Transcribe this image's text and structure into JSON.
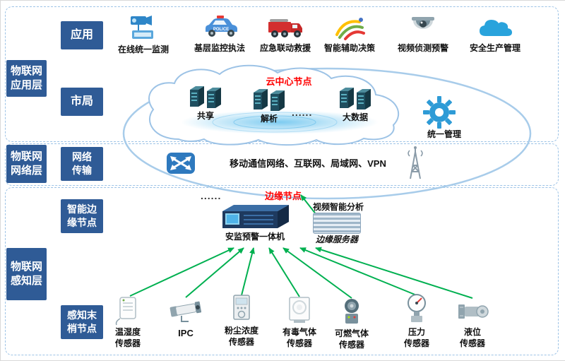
{
  "layers": {
    "application": {
      "line1": "物联网",
      "line2": "应用层"
    },
    "network": {
      "line1": "物联网",
      "line2": "网络层"
    },
    "perception": {
      "line1": "物联网",
      "line2": "感知层"
    }
  },
  "side_labels": {
    "app": "应用",
    "bureau": "市局",
    "net": {
      "line1": "网络",
      "line2": "传输"
    },
    "edge": {
      "line1": "智能边",
      "line2": "缘节点"
    },
    "terminal": {
      "line1": "感知末",
      "line2": "梢节点"
    }
  },
  "applications": [
    {
      "label": "在线统一监测"
    },
    {
      "label": "基层监控执法",
      "icon_text": "POLICE"
    },
    {
      "label": "应急联动救援"
    },
    {
      "label": "智能辅助决策"
    },
    {
      "label": "视频侦测预警"
    },
    {
      "label": "安全生产管理"
    }
  ],
  "cloud": {
    "title": "云中心节点",
    "nodes": [
      {
        "label": "共享"
      },
      {
        "label": "解析"
      },
      {
        "label": "大数据"
      }
    ],
    "dots": "......",
    "management_label": "统一管理"
  },
  "network_row": {
    "text": "移动通信网络、互联网、局域网、VPN"
  },
  "edge_row": {
    "title": "边缘节点",
    "dots": "......",
    "machine_label": "安监预警一体机",
    "analysis_label": "视频智能分析",
    "server_label": "边缘服务器"
  },
  "sensors": [
    {
      "line1": "温湿度",
      "line2": "传感器"
    },
    {
      "line1": "IPC",
      "line2": ""
    },
    {
      "line1": "粉尘浓度",
      "line2": "传感器"
    },
    {
      "line1": "有毒气体",
      "line2": "传感器"
    },
    {
      "line1": "可燃气体",
      "line2": "传感器"
    },
    {
      "line1": "压力",
      "line2": "传感器"
    },
    {
      "line1": "液位",
      "line2": "传感器"
    }
  ],
  "colors": {
    "layer_label_bg": "#2F5B96",
    "title_red": "#FF0000",
    "arrow_green": "#00B050",
    "dashed_border": "#9DC3E6"
  }
}
